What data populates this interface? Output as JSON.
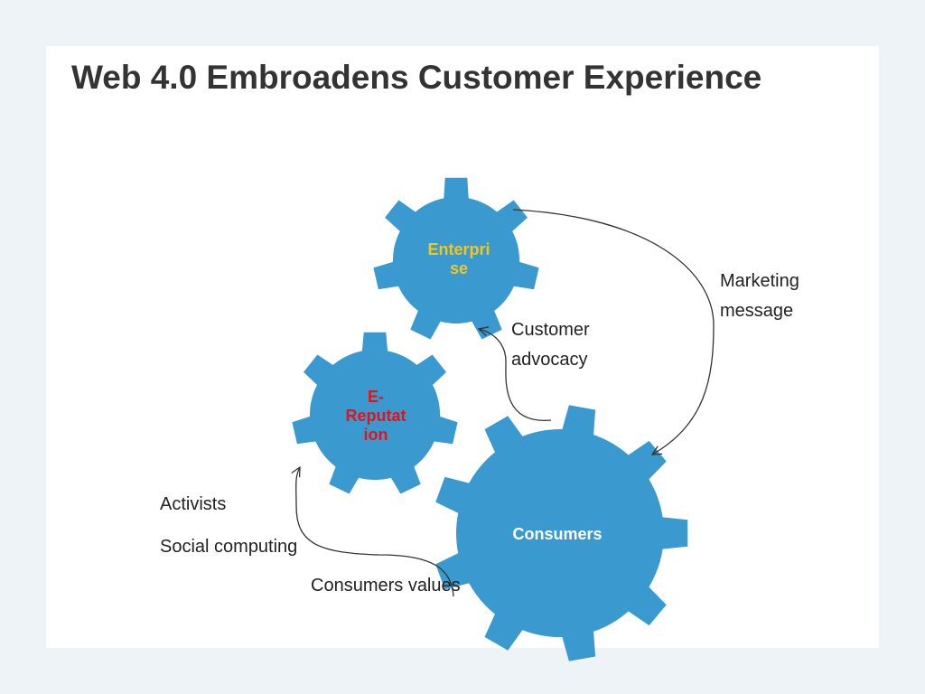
{
  "slide": {
    "title": "Web 4.0 Embroadens Customer Experience"
  },
  "colors": {
    "gear": "#3a9acf",
    "enterprise_text": "#f5c518",
    "reputation_text": "#e0151b",
    "consumers_text": "#ffffff",
    "arrow": "#333333"
  },
  "gears": {
    "enterprise": {
      "line1": "Enterpri",
      "line2": "se"
    },
    "reputation": {
      "line1": "E-",
      "line2": "Reputat",
      "line3": "ion"
    },
    "consumers": {
      "line1": "Consumers"
    }
  },
  "labels": {
    "marketing": {
      "line1": "Marketing",
      "line2": "message"
    },
    "advocacy": {
      "line1": "Customer",
      "line2": "advocacy"
    },
    "activists": "Activists",
    "social": "Social computing",
    "values": "Consumers values"
  }
}
